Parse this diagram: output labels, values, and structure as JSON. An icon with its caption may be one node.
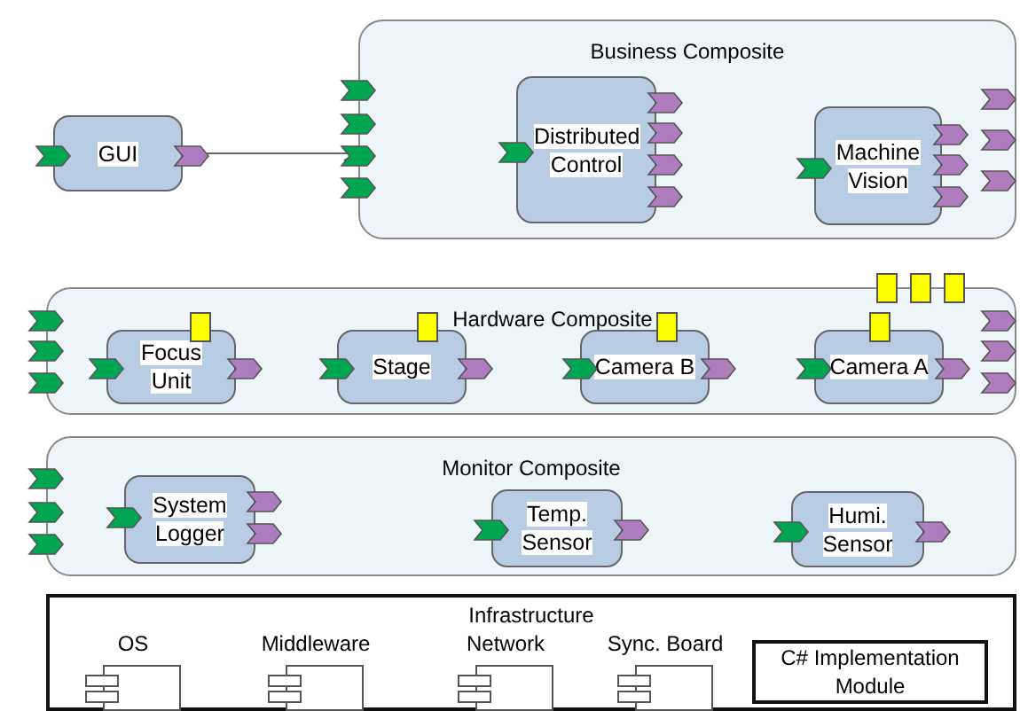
{
  "diagram": {
    "nodes": [
      {
        "text": [
          "GUI"
        ]
      },
      {
        "text": [
          "Business Composite"
        ]
      },
      {
        "text": [
          "Distributed Control"
        ],
        "in": 1
      },
      {
        "text": [
          "Machine Vision"
        ],
        "in": 1
      },
      {
        "text": [
          "Hardware Composite"
        ]
      },
      {
        "text": [
          "Focus Unit"
        ],
        "in": 4
      },
      {
        "text": [
          "Stage"
        ],
        "in": 4
      },
      {
        "text": [
          "Camera B"
        ],
        "in": 4
      },
      {
        "text": [
          "Camera A"
        ],
        "in": 4
      },
      {
        "text": [
          "Monitor Composite"
        ]
      },
      {
        "text": [
          "System Logger"
        ],
        "in": 9
      },
      {
        "text": [
          "Temp. Sensor"
        ],
        "in": 9
      },
      {
        "text": [
          "Humi. Sensor"
        ],
        "in": 9
      },
      {
        "text": [
          "Infrastructure"
        ]
      },
      {
        "text": [
          "OS"
        ],
        "in": 13
      },
      {
        "text": [
          "Middleware"
        ],
        "in": 13
      },
      {
        "text": [
          "Network"
        ],
        "in": 13
      },
      {
        "text": [
          "Sync. Board"
        ],
        "in": 13
      },
      {
        "text": [
          "C# Implementation Module"
        ],
        "in": 13
      }
    ],
    "edges": [
      {
        "from": 0,
        "to": 1,
        "arrow": "to"
      }
    ]
  }
}
